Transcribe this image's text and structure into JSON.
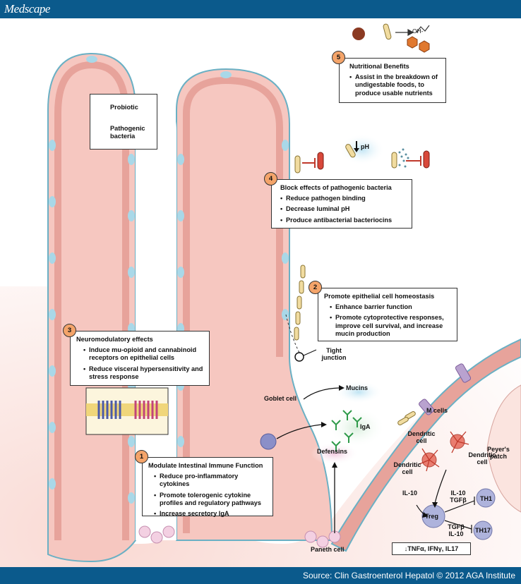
{
  "header": {
    "logo": "Medscape"
  },
  "footer": {
    "source": "Source: Clin Gastroenterol Hepatol © 2012 AGA Institute"
  },
  "legend": {
    "probiotic": "Probiotic",
    "pathogenic": "Pathogenic bacteria"
  },
  "mechanisms": [
    {
      "number": "1",
      "title": "Modulate Intestinal Immune Function",
      "items": [
        "Reduce pro-inflammatory cytokines",
        "Promote tolerogenic cytokine profiles and regulatory pathways",
        "Increase secretory IgA"
      ]
    },
    {
      "number": "2",
      "title": "Promote epithelial cell homeostasis",
      "items": [
        "Enhance barrier function",
        "Promote cytoprotective responses, improve cell survival, and increase mucin production"
      ]
    },
    {
      "number": "3",
      "title": "Neuromodulatory effects",
      "items": [
        "Induce mu-opioid and cannabinoid receptors on epithelial cells",
        "Reduce visceral hypersensitivity and stress response"
      ]
    },
    {
      "number": "4",
      "title": "Block effects of pathogenic bacteria",
      "items": [
        "Reduce pathogen binding",
        "Decrease luminal pH",
        "Produce antibacterial bacteriocins"
      ]
    },
    {
      "number": "5",
      "title": "Nutritional Benefits",
      "items": [
        "Assist in the breakdown of undigestable foods, to produce usable nutrients"
      ]
    }
  ],
  "labels": {
    "ph": "pH",
    "oh": "OH-",
    "tight_junction": "Tight junction",
    "goblet_cell": "Goblet cell",
    "mucins": "Mucins",
    "iga": "IgA",
    "defensins": "Defensins",
    "paneth_cell": "Paneth cell",
    "m_cells": "M cells",
    "dendritic_cell_1": "Dendritic cell",
    "dendritic_cell_2": "Dendritic cell",
    "dendritic_cell_3": "Dendritic cell",
    "peyers_patch": "Peyer's patch",
    "il10_left": "IL-10",
    "treg": "Treg",
    "th1": "TH1",
    "th17": "TH17",
    "il10_tgfb_upper": "IL-10 TGFβ",
    "tgfb_il10_lower": "TGFβ IL-10",
    "cytokines_down": "↓TNFα, IFNγ, IL17"
  },
  "colors": {
    "header": "#0b5a8c",
    "tissue": "#f6c7c0",
    "lining": "#e9a9a2",
    "badge": "#f4a46a",
    "probiotic": "#f1dca0",
    "pathogen": "#d8483a",
    "epithelial_blue": "#a9d8e8"
  }
}
